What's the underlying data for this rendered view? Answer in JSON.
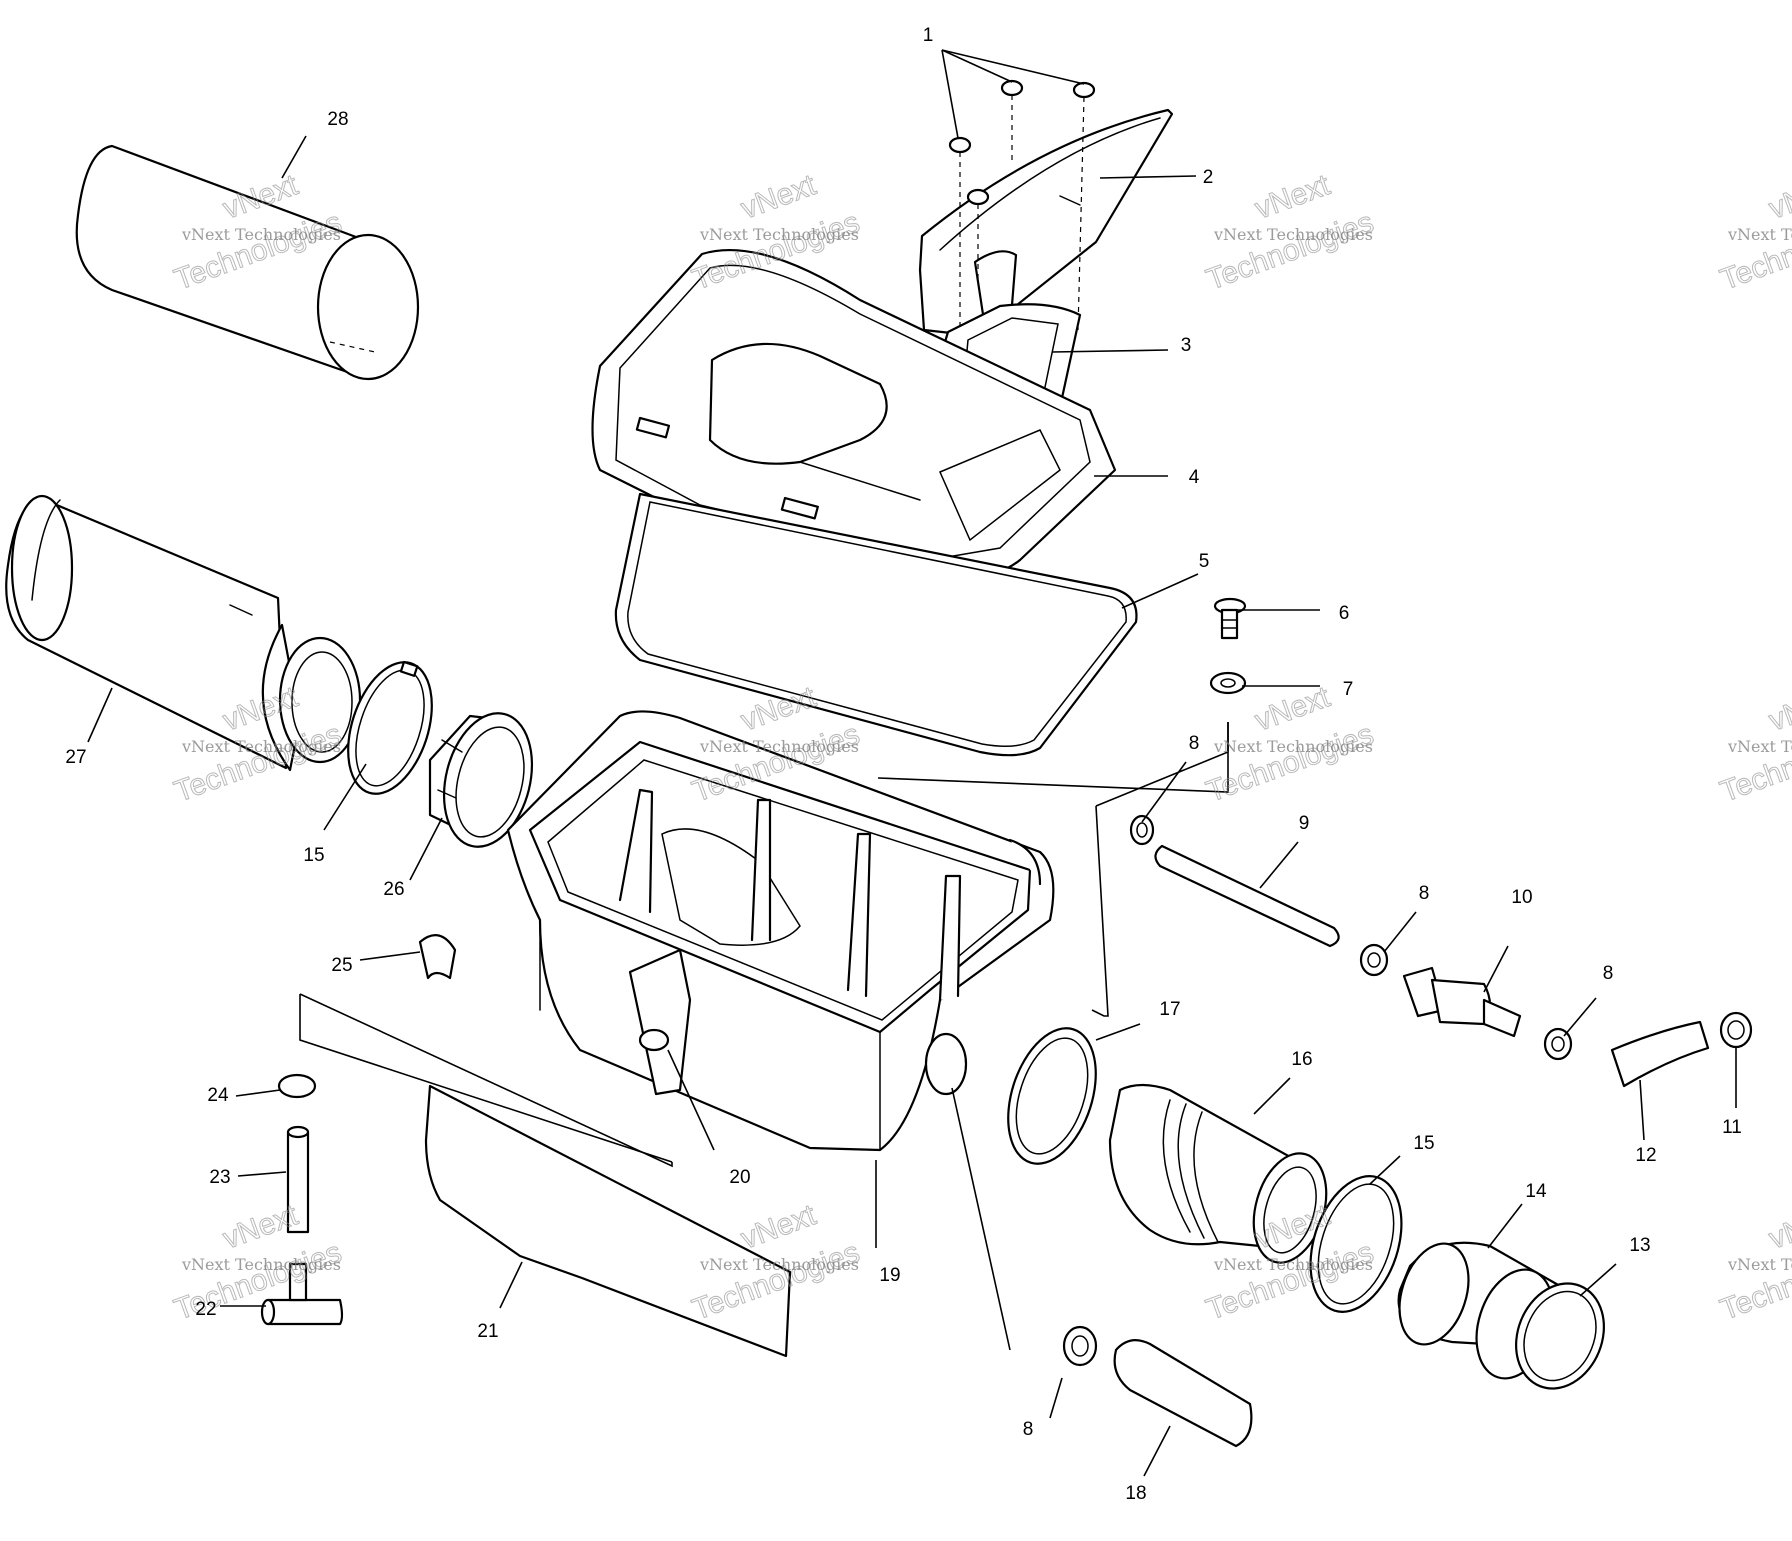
{
  "diagram": {
    "callouts": [
      {
        "id": "c1",
        "text": "1"
      },
      {
        "id": "c2",
        "text": "2"
      },
      {
        "id": "c3",
        "text": "3"
      },
      {
        "id": "c4",
        "text": "4"
      },
      {
        "id": "c5",
        "text": "5"
      },
      {
        "id": "c6",
        "text": "6"
      },
      {
        "id": "c7",
        "text": "7"
      },
      {
        "id": "c8a",
        "text": "8"
      },
      {
        "id": "c9",
        "text": "9"
      },
      {
        "id": "c8b",
        "text": "8"
      },
      {
        "id": "c10",
        "text": "10"
      },
      {
        "id": "c8c",
        "text": "8"
      },
      {
        "id": "c11",
        "text": "11"
      },
      {
        "id": "c12",
        "text": "12"
      },
      {
        "id": "c13",
        "text": "13"
      },
      {
        "id": "c14",
        "text": "14"
      },
      {
        "id": "c15a",
        "text": "15"
      },
      {
        "id": "c16",
        "text": "16"
      },
      {
        "id": "c17",
        "text": "17"
      },
      {
        "id": "c8d",
        "text": "8"
      },
      {
        "id": "c18",
        "text": "18"
      },
      {
        "id": "c19",
        "text": "19"
      },
      {
        "id": "c20",
        "text": "20"
      },
      {
        "id": "c21",
        "text": "21"
      },
      {
        "id": "c22",
        "text": "22"
      },
      {
        "id": "c23",
        "text": "23"
      },
      {
        "id": "c24",
        "text": "24"
      },
      {
        "id": "c25",
        "text": "25"
      },
      {
        "id": "c26",
        "text": "26"
      },
      {
        "id": "c15b",
        "text": "15"
      },
      {
        "id": "c27",
        "text": "27"
      },
      {
        "id": "c28",
        "text": "28"
      }
    ],
    "watermark": {
      "line1": "vNext Technologies",
      "line2": "vNext",
      "line3": "Technologies"
    }
  }
}
